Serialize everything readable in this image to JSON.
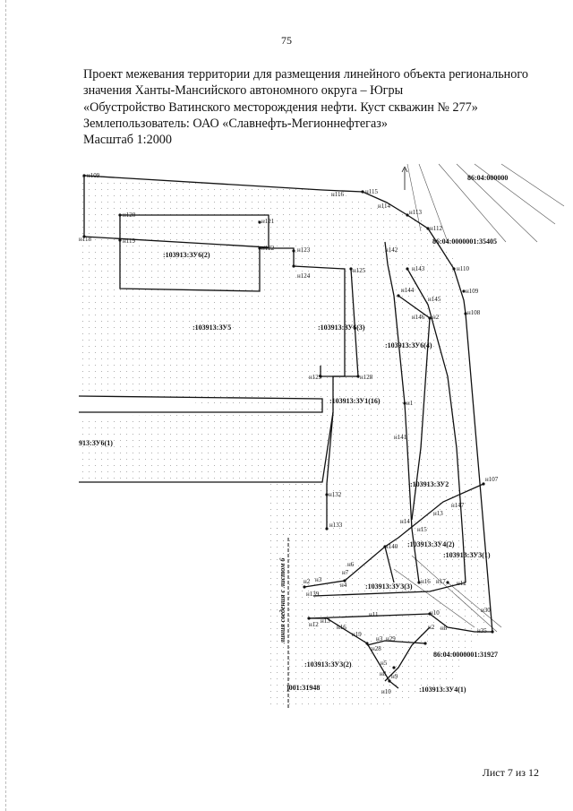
{
  "page_number": "75",
  "title": {
    "line1": "Проект межевания территории для размещения линейного объекта регионального",
    "line2": "значения Ханты-Мансийского автономного округа – Югры",
    "line3": "«Обустройство Ватинского месторождения нефти.  Куст скважин № 277»",
    "line4": "Землепользователь: ОАО «Славнефть-Мегионнефтегаз»",
    "line5": "Масштаб 1:2000"
  },
  "map": {
    "zones": [
      ":103913:ЗУ6(2)",
      ":103913:ЗУ5",
      ":103913:ЗУ6(3)",
      ":103913:ЗУ6(4)",
      ":103913:ЗУ1(16)",
      "913:ЗУ6(1)",
      ":103913:ЗУ2",
      ":103913:ЗУ4(2)",
      ":103913:ЗУ3(1)",
      ":103913:ЗУ3(3)",
      ":103913:ЗУ3(2)",
      ":103913:ЗУ4(1)"
    ],
    "cadastral": [
      "86:04:000000",
      "86:04:0000001:35405",
      "86:04:0000001:31927",
      ")001:31948"
    ],
    "side_note": "линия сведения с листом 6",
    "points": [
      "н109",
      "н116",
      "н115",
      "н114",
      "н113",
      "н120",
      "н121",
      "н112",
      "н118",
      "н119",
      "н122",
      "н123",
      "н142",
      "н110",
      "н143",
      "н125",
      "н124",
      "н109",
      "н144",
      "н145",
      "н108",
      "н146",
      "н2",
      "н129",
      "н128",
      "н1",
      "н141",
      "н107",
      "н132",
      "н147",
      "н13",
      "н14",
      "н15",
      "н133",
      "н140",
      "н6",
      "н7",
      "н2",
      "н3",
      "н4",
      "н16",
      "н17",
      "н12",
      "н139",
      "н30",
      "н10",
      "н11",
      "н12",
      "н2",
      "н8",
      "н16",
      "н19",
      "н3",
      "н29",
      "н4",
      "н5",
      "н9",
      "н35",
      "н8",
      "н10"
    ]
  },
  "sheet_label": "Лист 7 из 12"
}
